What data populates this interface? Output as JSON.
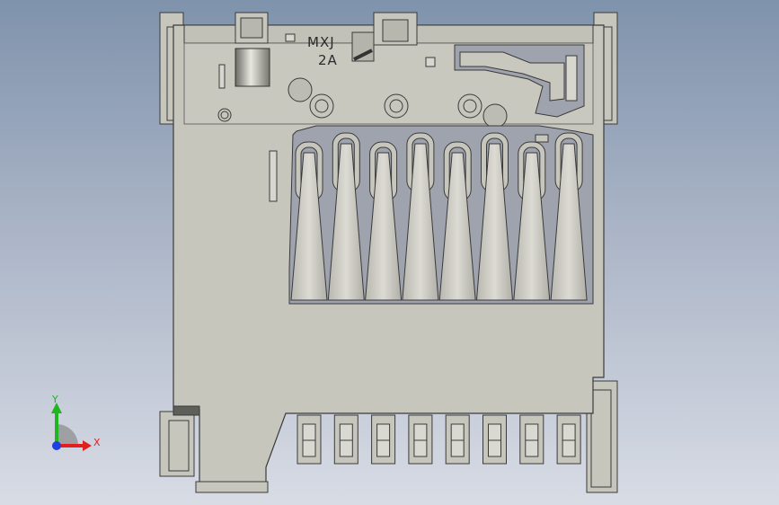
{
  "viewport": {
    "name": "cad-3d-viewport",
    "background_top": "#7f93ac",
    "background_bottom": "#d8dce5"
  },
  "part": {
    "name": "micro-sd-card-connector",
    "body_color": "#c7c6bd",
    "edge_color": "#3a3a3a",
    "pocket_color": "#9ea3ad",
    "engraving_line1": "MXJ",
    "engraving_line2": "2A",
    "contact_count": 8
  },
  "triad": {
    "y_label": "Y",
    "x_label": "X",
    "y_color": "#1fb61f",
    "x_color": "#e02020",
    "z_color": "#1f3fe0"
  }
}
